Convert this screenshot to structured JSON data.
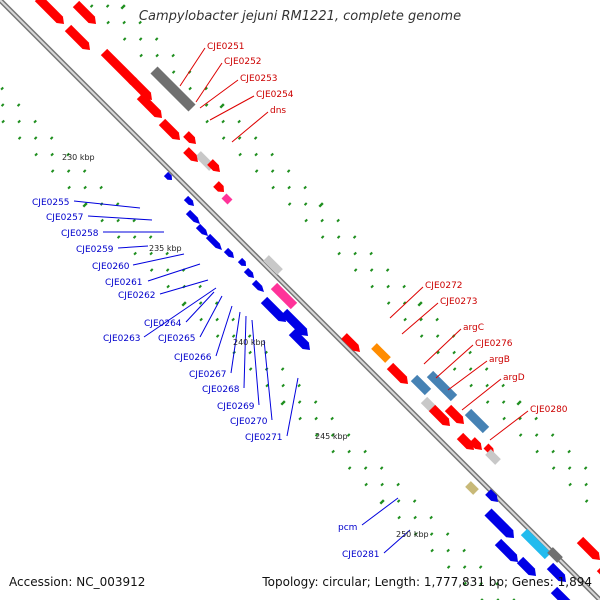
{
  "title": "Campylobacter jejuni RM1221, complete genome",
  "accession": "Accession: NC_003912",
  "summary": "Topology: circular; Length: 1,777,831 bp; Genes: 1,894",
  "ticks": [
    "230 kbp",
    "235 kbp",
    "240 kbp",
    "245 kbp",
    "250 kbp"
  ],
  "colors": {
    "forward": "#ff0000",
    "reverse": "#0000e6",
    "backbone": "#888888",
    "dots": "#1f8f1f",
    "pink": "#ff3399",
    "lightgrey": "#c8c8c8",
    "darkgrey": "#707070",
    "orange": "#ff8c00",
    "steelblue": "#4682b4",
    "khaki": "#c8b978",
    "cyan": "#22bbee"
  },
  "labels_forward": [
    "CJE0251",
    "CJE0252",
    "CJE0253",
    "CJE0254",
    "dns",
    "CJE0272",
    "CJE0273",
    "argC",
    "CJE0276",
    "argB",
    "argD",
    "CJE0280"
  ],
  "labels_reverse": [
    "CJE0255",
    "CJE0257",
    "CJE0258",
    "CJE0259",
    "CJE0260",
    "CJE0261",
    "CJE0262",
    "CJE0264",
    "CJE0263",
    "CJE0265",
    "CJE0266",
    "CJE0267",
    "CJE0268",
    "CJE0269",
    "CJE0270",
    "CJE0271",
    "pcm",
    "CJE0281"
  ]
}
